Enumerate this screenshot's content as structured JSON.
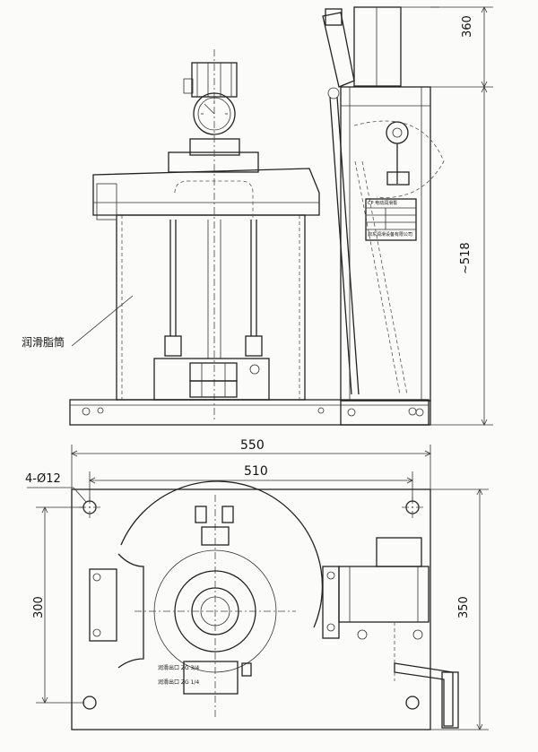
{
  "dimensions": {
    "top_height": "360",
    "lower_height": "~518",
    "overall_width": "550",
    "bolt_spacing_width": "510",
    "bolt_spacing_depth": "300",
    "overall_depth": "350",
    "hole_callout": "4-Ø12"
  },
  "labels": {
    "reservoir": "润滑脂筒",
    "nameplate_title": "CP 电动润滑泵",
    "nameplate_maker": "启东润滑设备有限公司",
    "outlet_1": "润滑出口 ZG 3/4",
    "outlet_2": "润滑出口 ZG 1/4"
  }
}
